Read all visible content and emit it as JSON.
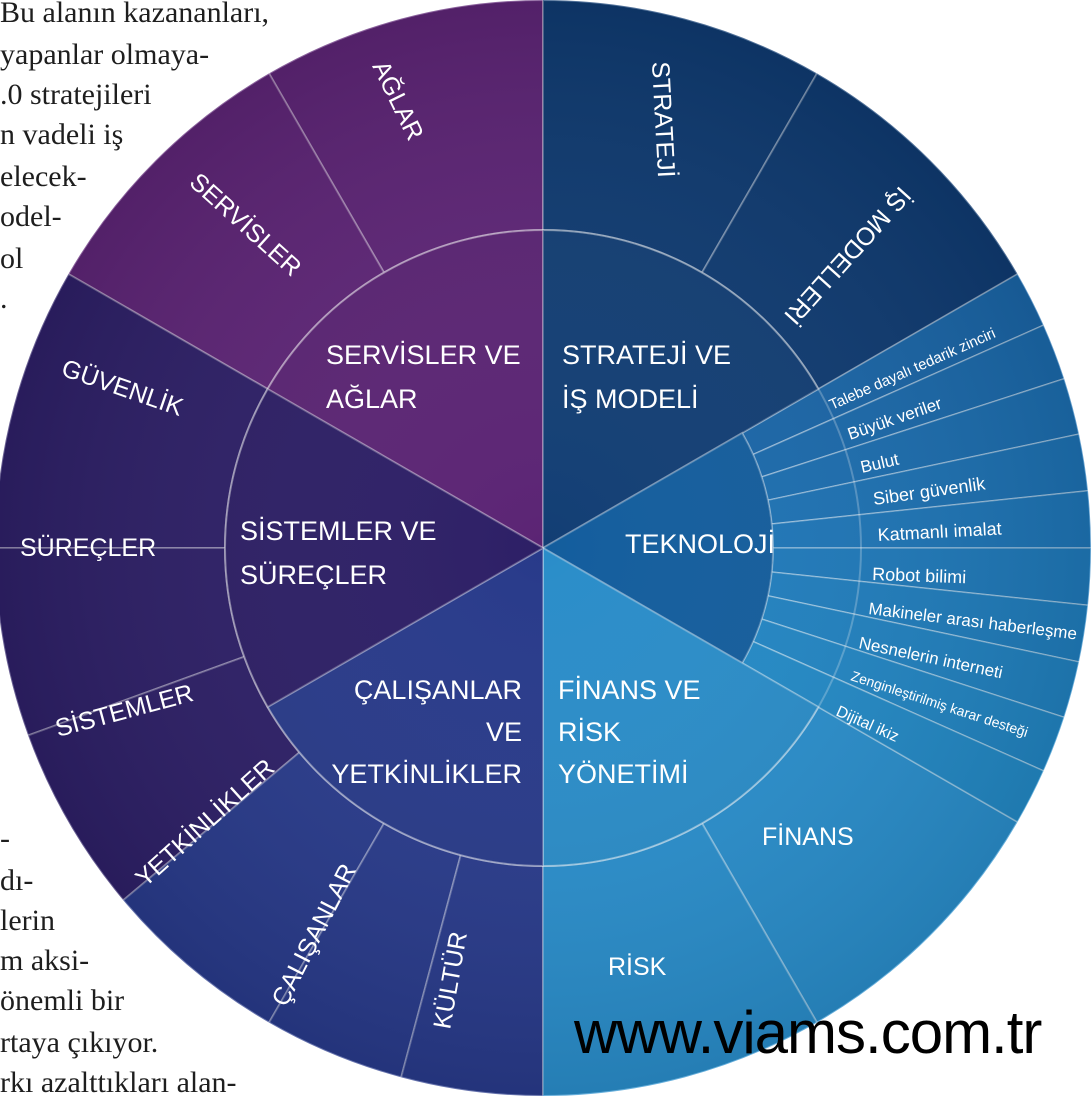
{
  "background_text_left": [
    "Bu alanın kazananları,",
    "yapanlar olmaya-",
    ".0 stratejileri",
    "n vadeli iş",
    "elecek-",
    "odel-",
    "ol",
    ".",
    "-",
    "dı-",
    "lerin",
    "m aksi-",
    "önemli bir",
    "rtaya çıkıyor.",
    "rkı azalttıkları alan-"
  ],
  "wheel": {
    "inner": [
      {
        "lines": [
          "SERVİSLER VE",
          "AĞLAR"
        ],
        "color": "#5b2474"
      },
      {
        "lines": [
          "STRATEJİ VE",
          "İŞ MODELİ"
        ],
        "color": "#123e74"
      },
      {
        "lines": [
          "TEKNOLOJİ"
        ],
        "color": "#135d9d"
      },
      {
        "lines": [
          "FİNANS VE",
          "RİSK",
          "YÖNETİMİ"
        ],
        "color": "#2a8dc9"
      },
      {
        "lines": [
          "ÇALIŞANLAR",
          "VE",
          "YETKİNLİKLER"
        ],
        "color": "#283a8a"
      },
      {
        "lines": [
          "SİSTEMLER VE",
          "SÜREÇLER"
        ],
        "color": "#2d1f66"
      }
    ],
    "outer": [
      {
        "label": "AĞLAR",
        "color": "#5e2577"
      },
      {
        "label": "SERVİSLER",
        "color": "#5e2577"
      },
      {
        "label": "STRATEJİ",
        "color": "#0f3b72"
      },
      {
        "label": "İŞ MODELLERİ",
        "color": "#0f3b72"
      },
      {
        "label": "GÜVENLİK",
        "color": "#2e2068"
      },
      {
        "label": "SÜREÇLER",
        "color": "#2e2068"
      },
      {
        "label": "SİSTEMLER",
        "color": "#2e2068"
      },
      {
        "label": "YETKİNLİKLER",
        "color": "#293b8c"
      },
      {
        "label": "ÇALIŞANLAR",
        "color": "#293b8c"
      },
      {
        "label": "KÜLTÜR",
        "color": "#293b8c"
      },
      {
        "label": "FİNANS",
        "color": "#2a8fcd"
      },
      {
        "label": "RİSK",
        "color": "#2a8fcd"
      }
    ],
    "technology_items": [
      "Talebe dayalı tedarik zinciri",
      "Büyük veriler",
      "Bulut",
      "Siber güvenlik",
      "Katmanlı imalat",
      "Robot bilimi",
      "Makineler arası haberleşme",
      "Nesnelerin interneti",
      "Zenginleştirilmiş karar desteği",
      "Dijital ikiz"
    ]
  },
  "watermark": "www.viams.com.tr"
}
